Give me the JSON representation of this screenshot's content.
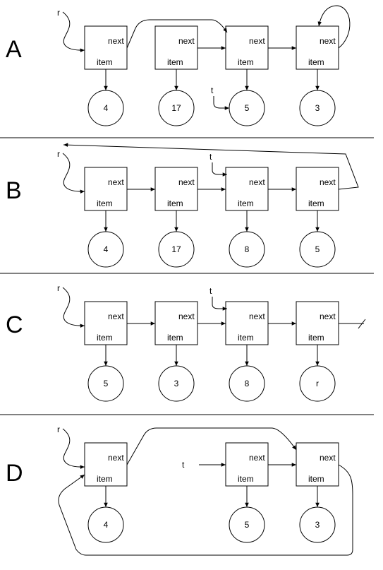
{
  "panels": [
    {
      "label": "A",
      "root": "r",
      "cursor": "t",
      "nodes": [
        {
          "next": "next",
          "item": "item",
          "value": "4"
        },
        {
          "next": "next",
          "item": "item",
          "value": "17"
        },
        {
          "next": "next",
          "item": "item",
          "value": "5"
        },
        {
          "next": "next",
          "item": "item",
          "value": "3"
        }
      ]
    },
    {
      "label": "B",
      "root": "r",
      "cursor": "t",
      "nodes": [
        {
          "next": "next",
          "item": "item",
          "value": "4"
        },
        {
          "next": "next",
          "item": "item",
          "value": "17"
        },
        {
          "next": "next",
          "item": "item",
          "value": "8"
        },
        {
          "next": "next",
          "item": "item",
          "value": "5"
        }
      ]
    },
    {
      "label": "C",
      "root": "r",
      "cursor": "t",
      "nodes": [
        {
          "next": "next",
          "item": "item",
          "value": "5"
        },
        {
          "next": "next",
          "item": "item",
          "value": "3"
        },
        {
          "next": "next",
          "item": "item",
          "value": "8"
        },
        {
          "next": "next",
          "item": "item",
          "value": "r"
        }
      ]
    },
    {
      "label": "D",
      "root": "r",
      "cursor": "t",
      "nodes": [
        {
          "next": "next",
          "item": "item",
          "value": "4"
        },
        {
          "next": "next",
          "item": "item",
          "value": "5"
        },
        {
          "next": "next",
          "item": "item",
          "value": "3"
        }
      ]
    }
  ]
}
